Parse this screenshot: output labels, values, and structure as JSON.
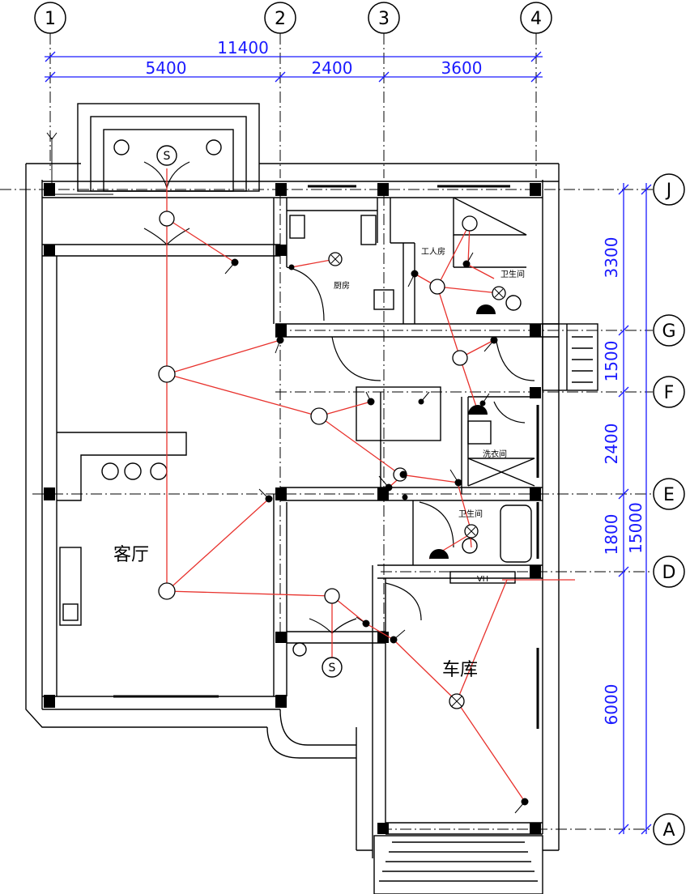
{
  "colors": {
    "wiring": "#e8322d",
    "dimension": "#1a1aff",
    "wall": "#000000"
  },
  "axes": {
    "top": [
      "1",
      "2",
      "3",
      "4"
    ],
    "right": [
      "J",
      "G",
      "F",
      "E",
      "D",
      "A"
    ]
  },
  "dimensions": {
    "top_total": "11400",
    "top_segments": [
      "5400",
      "2400",
      "3600"
    ],
    "right_segments": [
      "3300",
      "1500",
      "2400",
      "1800",
      "6000"
    ],
    "right_total": "15000"
  },
  "rooms": {
    "living": "客厅",
    "garage": "车库",
    "kitchen": "厨房",
    "maid": "工人房",
    "bath_upper": "卫生间",
    "laundry": "洗衣间",
    "bath_lower": "卫生间"
  },
  "symbols": {
    "switch_s": "S",
    "meter_box": "VH"
  }
}
